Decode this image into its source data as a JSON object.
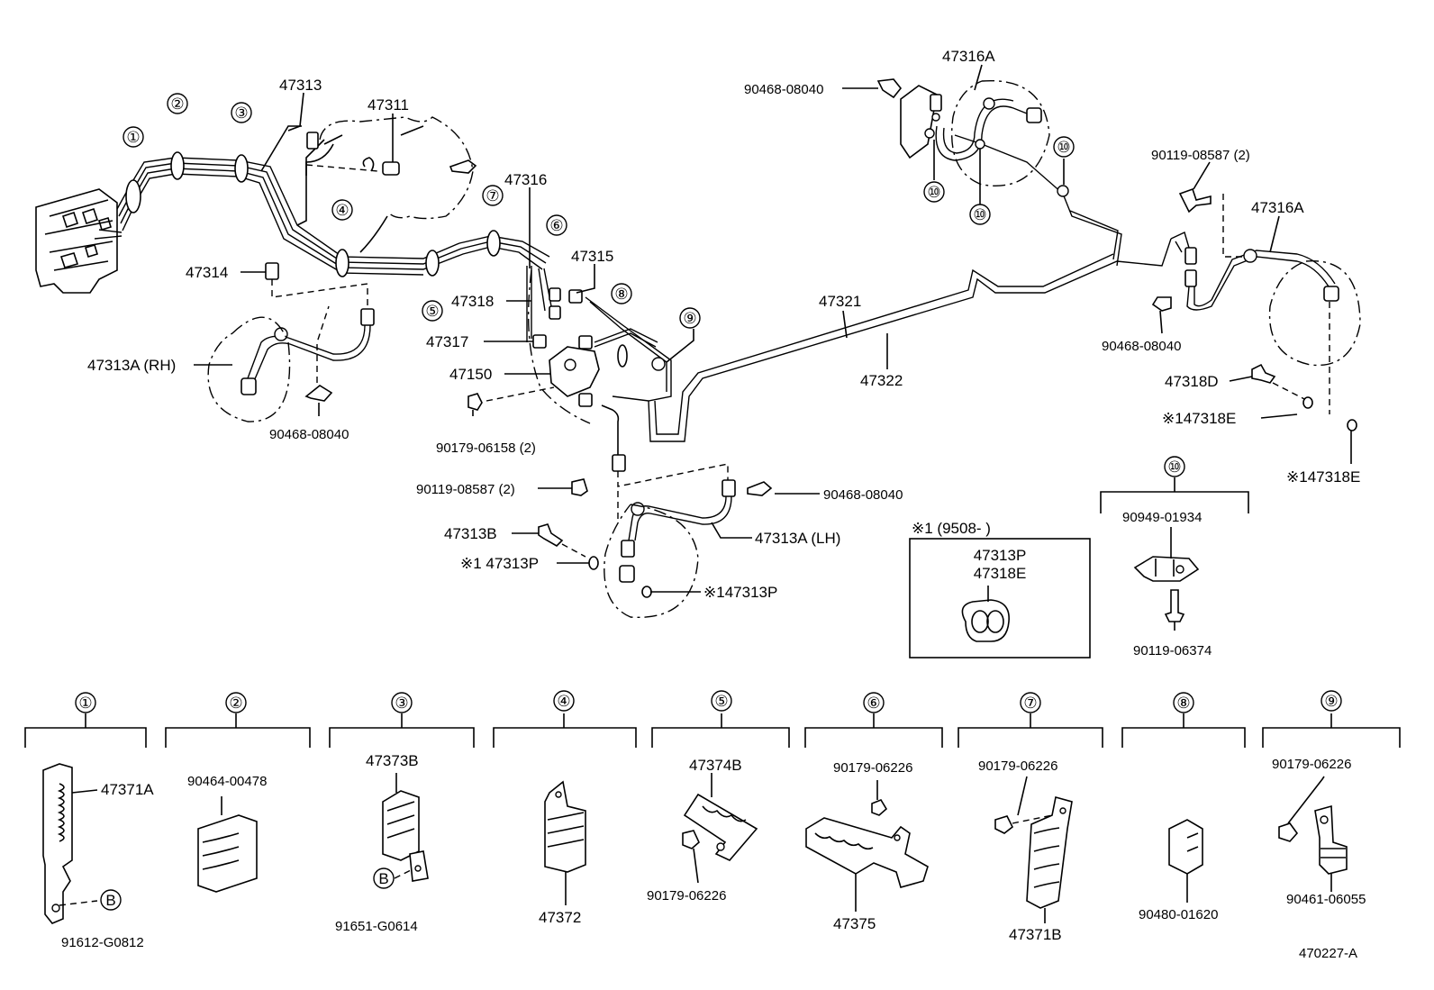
{
  "callouts": {
    "c1": "①",
    "c2": "②",
    "c3": "③",
    "c4": "④",
    "c5": "⑤",
    "c6": "⑥",
    "c7": "⑦",
    "c8": "⑧",
    "c9": "⑨",
    "c10": "⑩",
    "b": "B"
  },
  "labels": {
    "p47313": "47313",
    "p47311": "47311",
    "p47316": "47316",
    "p47315": "47315",
    "p47314": "47314",
    "p47318": "47318",
    "p47317": "47317",
    "p47150": "47150",
    "p47313A_RH": "47313A (RH)",
    "p90468_a": "90468-08040",
    "p90179_06158": "90179-06158 (2)",
    "p90119_08587_a": "90119-08587 (2)",
    "p90468_b": "90468-08040",
    "p47313B": "47313B",
    "p47313P_a": "※1 47313P",
    "p47313P_b": "※147313P",
    "p47313A_LH": "47313A (LH)",
    "p47321": "47321",
    "p47322": "47322",
    "p47316A_top": "47316A",
    "p90468_c": "90468-08040",
    "p90119_08587_b": "90119-08587 (2)",
    "p47316A_right": "47316A",
    "p90468_d": "90468-08040",
    "p47318D": "47318D",
    "p147318E_a": "※147318E",
    "p147318E_b": "※147318E",
    "note_header": "※1 (9508-        )",
    "note_p1": "47313P",
    "note_p2": "47318E",
    "p90949_01934": "90949-01934",
    "p90119_06374": "90119-06374",
    "p47371A": "47371A",
    "p91612": "91612-G0812",
    "p90464": "90464-00478",
    "p47373B": "47373B",
    "p91651": "91651-G0614",
    "p47372": "47372",
    "p47374B": "47374B",
    "p90179_06226_5": "90179-06226",
    "p90179_06226_6": "90179-06226",
    "p47375": "47375",
    "p90179_06226_7": "90179-06226",
    "p47371B": "47371B",
    "p90480": "90480-01620",
    "p90179_06226_9": "90179-06226",
    "p90461": "90461-06055",
    "diagram_id": "470227-A"
  }
}
